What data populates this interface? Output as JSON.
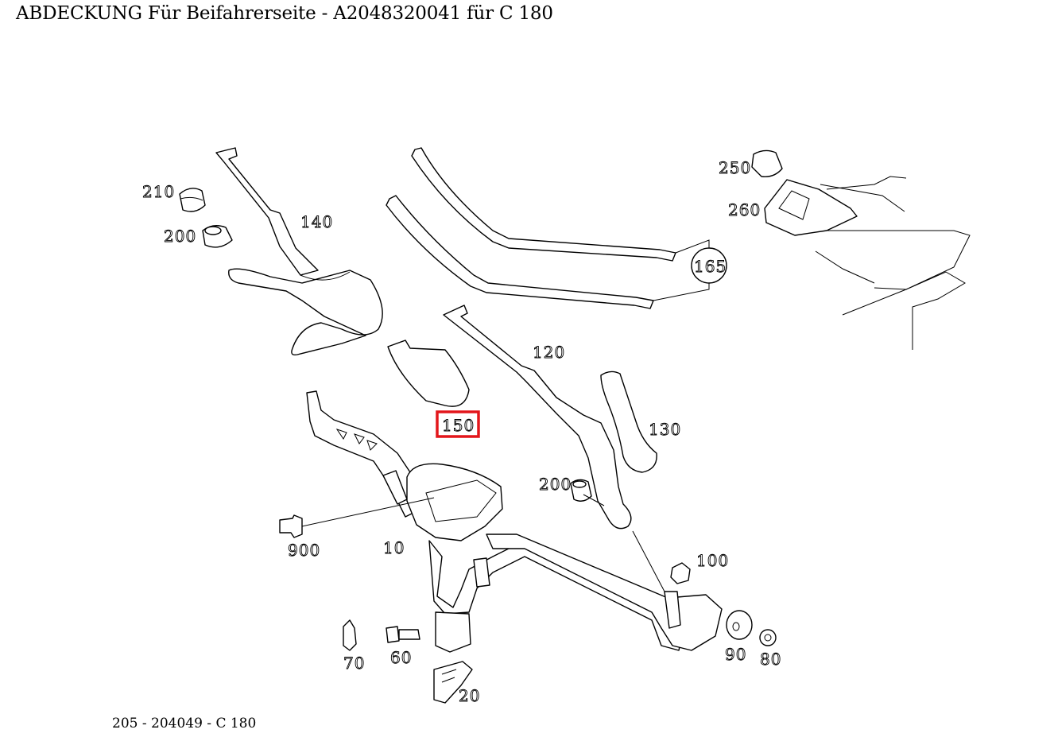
{
  "page": {
    "title": "ABDECKUNG Für Beifahrerseite - A2048320041 für C 180",
    "footer": "205 - 204049 - C 180"
  },
  "highlight_color": "#e3161b",
  "diagram": {
    "labels": {
      "l210": "210",
      "l200a": "200",
      "l140": "140",
      "l165": "165",
      "l250": "250",
      "l260": "260",
      "l120": "120",
      "l150": "150",
      "l130": "130",
      "l200b": "200",
      "l900": "900",
      "l10": "10",
      "l100": "100",
      "l70": "70",
      "l60": "60",
      "l90": "90",
      "l80": "80",
      "l20": "20"
    }
  }
}
